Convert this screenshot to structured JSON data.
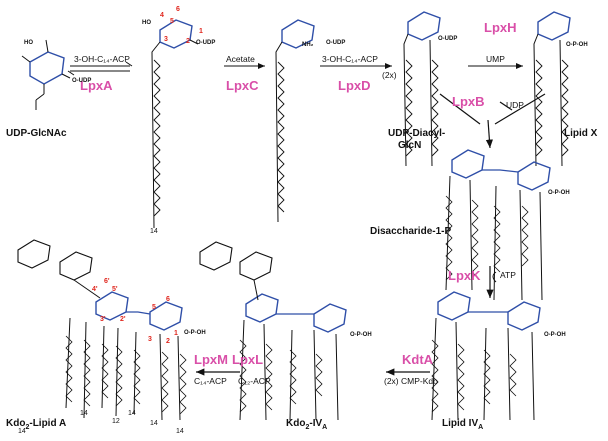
{
  "colors": {
    "enzyme": "#d94fa8",
    "ring_blue": "#2f4fa8",
    "locant_red": "#e0261d",
    "text": "#111111",
    "bond": "#111111"
  },
  "enzymes": {
    "lpxa": "LpxA",
    "lpxc": "LpxC",
    "lpxd": "LpxD",
    "lpxh": "LpxH",
    "lpxb": "LpxB",
    "lpxk": "LpxK",
    "kdta": "KdtA",
    "lpxl": "LpxL",
    "lpxm": "LpxM"
  },
  "compounds": {
    "udp_glcnac": "UDP-GlcNAc",
    "udp_diacyl_1": "UDP-Diacyl-",
    "udp_diacyl_2": "GlcN",
    "lipid_x": "Lipid X",
    "disaccharide_1p": "Disaccharide-1-P",
    "lipid_iva": "Lipid IV",
    "lipid_iva_sub": "A",
    "kdo2_iva_pre": "Kdo",
    "kdo2_iva_sub2": "2",
    "kdo2_iva_post": "-IV",
    "kdo2_iva_subA": "A",
    "kdo2_lipida_pre": "Kdo",
    "kdo2_lipida_sub2": "2",
    "kdo2_lipida_post": "-Lipid A"
  },
  "reagents": {
    "acp1": "3-OH-C₁₄-ACP",
    "acetate": "Acetate",
    "acp2": "3-OH-C₁₄-ACP",
    "two_x": "(2x)",
    "ump": "UMP",
    "udp": "UDP",
    "atp": "ATP",
    "cmp_kdo": "(2x) CMP-Kdo",
    "c12_acp": "C₁₂-ACP",
    "c14_acp": "C₁₄-ACP"
  },
  "chain_labels": {
    "c14_first": "14",
    "kla_14a": "14",
    "kla_14b": "14",
    "kla_12": "12",
    "kla_14c": "14",
    "kla_14d": "14",
    "kla_14e": "14"
  },
  "atom_labels": {
    "o_udp": "O-UDP",
    "nh2": "NH₂",
    "nh": "NH",
    "ho": "HO",
    "oh": "OH",
    "o": "O",
    "p": "P",
    "opo3": "O-P-OH"
  },
  "locants": {
    "n1": "1",
    "n2": "2",
    "n3": "3",
    "n4": "4",
    "n5": "5",
    "n6": "6",
    "m1": "1",
    "m2": "2",
    "m3": "3",
    "m4p": "4'",
    "m5p": "5'",
    "m6p": "6'",
    "m3p": "3'",
    "m2p": "2'",
    "m5": "5",
    "m6": "6"
  }
}
